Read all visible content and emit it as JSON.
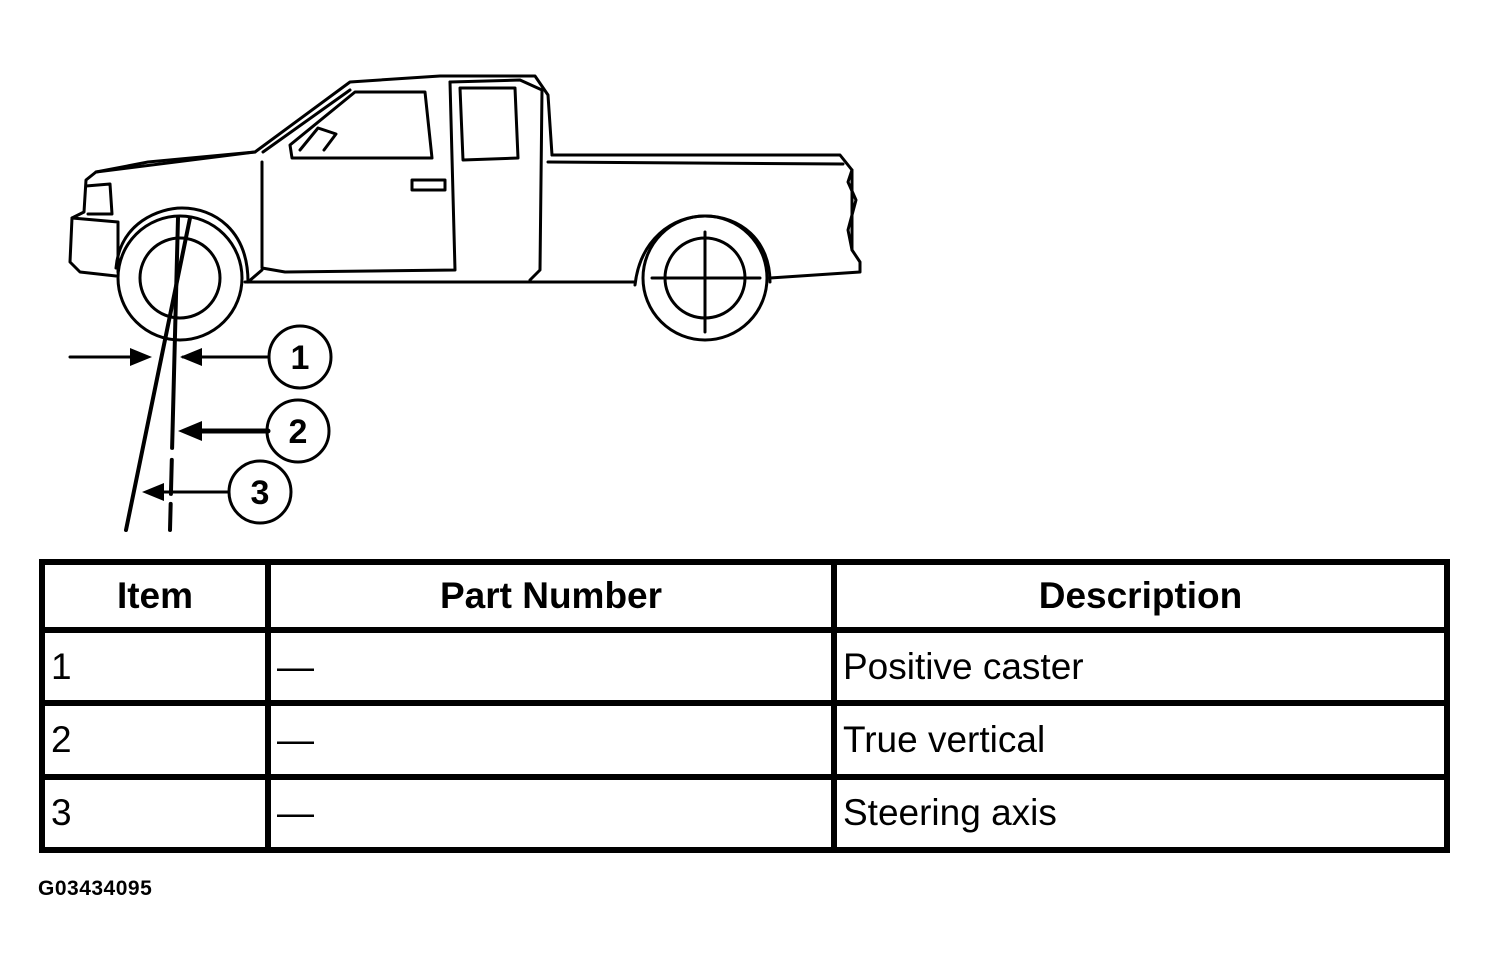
{
  "callouts": [
    {
      "number": "1"
    },
    {
      "number": "2"
    },
    {
      "number": "3"
    }
  ],
  "table": {
    "headers": [
      "Item",
      "Part Number",
      "Description"
    ],
    "rows": [
      {
        "item": "1",
        "part_number": "—",
        "description": "Positive caster"
      },
      {
        "item": "2",
        "part_number": "—",
        "description": "True vertical"
      },
      {
        "item": "3",
        "part_number": "—",
        "description": "Steering axis"
      }
    ]
  },
  "figure_id": "G03434095"
}
